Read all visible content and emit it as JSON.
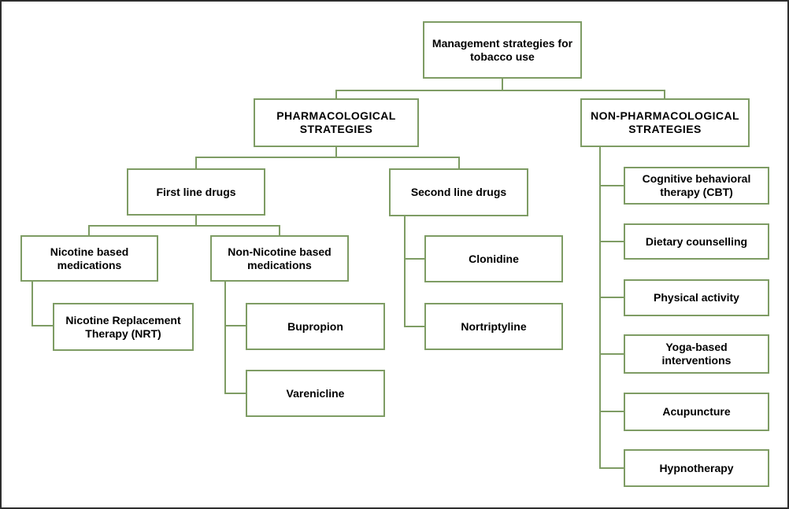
{
  "colors": {
    "accent": "#7e9c64",
    "frame": "#2e2e2e",
    "text": "#000000",
    "background": "#ffffff"
  },
  "tree": {
    "root": {
      "label": "Management strategies for tobacco use"
    },
    "pharmacological": {
      "label": "PHARMACOLOGICAL STRATEGIES",
      "first_line": {
        "label": "First line drugs",
        "nicotine_based": {
          "label": "Nicotine based medications",
          "nrt": {
            "label": "Nicotine Replacement Therapy (NRT)"
          }
        },
        "non_nicotine_based": {
          "label": "Non-Nicotine based medications",
          "bupropion": {
            "label": "Bupropion"
          },
          "varenicline": {
            "label": "Varenicline"
          }
        }
      },
      "second_line": {
        "label": "Second line drugs",
        "clonidine": {
          "label": "Clonidine"
        },
        "nortriptyline": {
          "label": "Nortriptyline"
        }
      }
    },
    "non_pharmacological": {
      "label": "NON-PHARMACOLOGICAL STRATEGIES",
      "items": [
        {
          "label": "Cognitive behavioral therapy (CBT)"
        },
        {
          "label": "Dietary counselling"
        },
        {
          "label": "Physical activity"
        },
        {
          "label": "Yoga-based interventions"
        },
        {
          "label": "Acupuncture"
        },
        {
          "label": "Hypnotherapy"
        }
      ]
    }
  }
}
